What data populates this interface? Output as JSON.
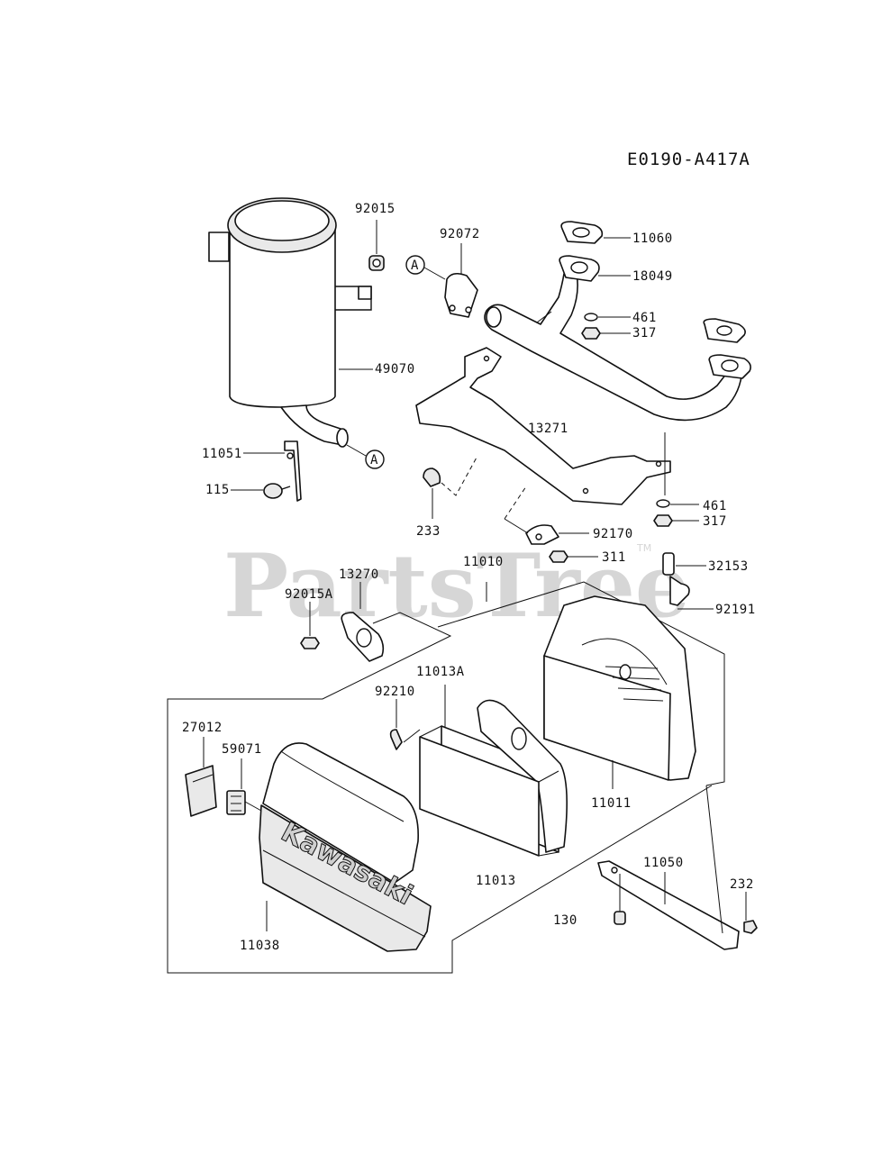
{
  "diagram_code": "E0190-A417A",
  "watermark": {
    "text": "PartsTree",
    "trademark": "TM"
  },
  "callout_marker": "A",
  "cover_emboss": "Kawasaki",
  "parts": {
    "p92015": "92015",
    "p92072": "92072",
    "p11060": "11060",
    "p18049": "18049",
    "p461a": "461",
    "p317a": "317",
    "p49070": "49070",
    "p13271": "13271",
    "p11051": "11051",
    "p115": "115",
    "p233": "233",
    "p461b": "461",
    "p317b": "317",
    "p92170": "92170",
    "p311": "311",
    "p32153": "32153",
    "p92191": "92191",
    "p13270": "13270",
    "p11010": "11010",
    "p92015A": "92015A",
    "p11013A": "11013A",
    "p92210": "92210",
    "p27012": "27012",
    "p59071": "59071",
    "p11011": "11011",
    "p11050": "11050",
    "p232": "232",
    "p11013": "11013",
    "p130": "130",
    "p11038": "11038"
  }
}
